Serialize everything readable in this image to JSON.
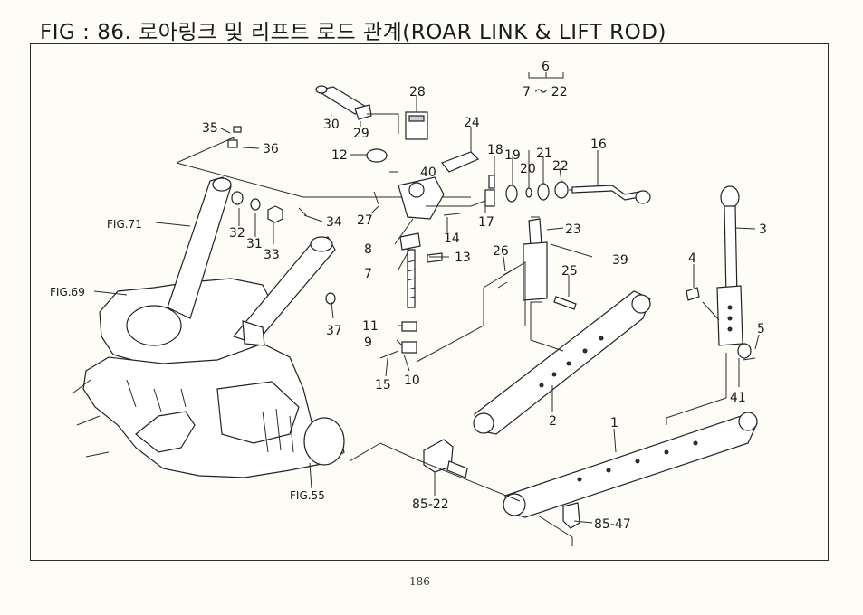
{
  "title": "FIG : 86. 로아링크 및 리프트 로드 관계(ROAR LINK & LIFT ROD)",
  "page_number": "186",
  "group_label": {
    "top": "6",
    "range": "7 ～ 22"
  },
  "callouts": [
    "1",
    "2",
    "3",
    "4",
    "5",
    "7",
    "8",
    "9",
    "10",
    "11",
    "12",
    "13",
    "14",
    "15",
    "16",
    "17",
    "18",
    "19",
    "20",
    "21",
    "22",
    "23",
    "24",
    "25",
    "26",
    "27",
    "28",
    "29",
    "30",
    "31",
    "32",
    "33",
    "34",
    "35",
    "36",
    "37",
    "39",
    "40",
    "41"
  ],
  "figure_refs": {
    "fig71": "FIG.71",
    "fig69": "FIG.69",
    "fig55": "FIG.55"
  },
  "external_refs": {
    "r85_22": "85-22",
    "r85_47": "85-47"
  }
}
